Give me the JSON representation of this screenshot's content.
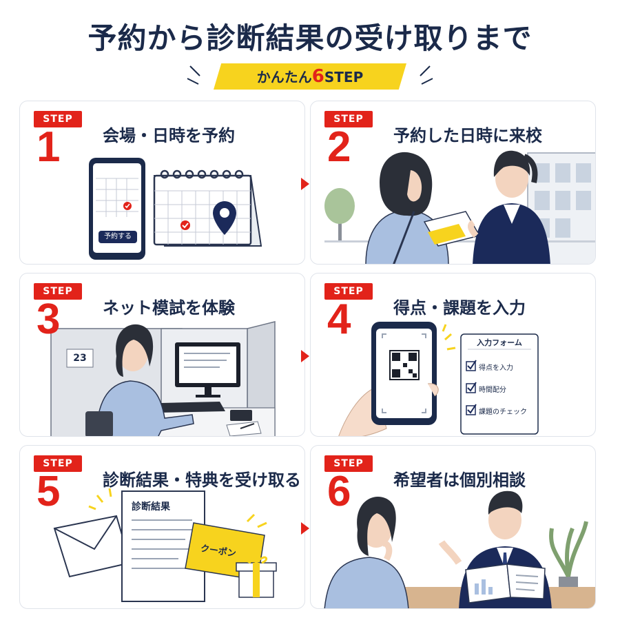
{
  "header": {
    "title": "予約から診断結果の受け取りまで",
    "subtitle_prefix": "かんたん",
    "subtitle_number": "6",
    "subtitle_suffix": "STEP"
  },
  "steps": [
    {
      "tag": "STEP",
      "number": "1",
      "title": "会場・日時を予約",
      "phone_button": "予約する"
    },
    {
      "tag": "STEP",
      "number": "2",
      "title": "予約した日時に来校"
    },
    {
      "tag": "STEP",
      "number": "3",
      "title": "ネット模試を体験",
      "booth_number": "23"
    },
    {
      "tag": "STEP",
      "number": "4",
      "title": "得点・課題を入力",
      "form": {
        "title": "入力フォーム",
        "items": [
          "得点を入力",
          "時間配分",
          "課題のチェック"
        ]
      }
    },
    {
      "tag": "STEP",
      "number": "5",
      "title": "診断結果・特典を受け取る",
      "document_title": "診断結果",
      "coupon_label": "クーポン"
    },
    {
      "tag": "STEP",
      "number": "6",
      "title": "希望者は個別相談"
    }
  ],
  "colors": {
    "accent_red": "#e2231a",
    "navy": "#1b2a4a",
    "yellow": "#f7d31e"
  }
}
